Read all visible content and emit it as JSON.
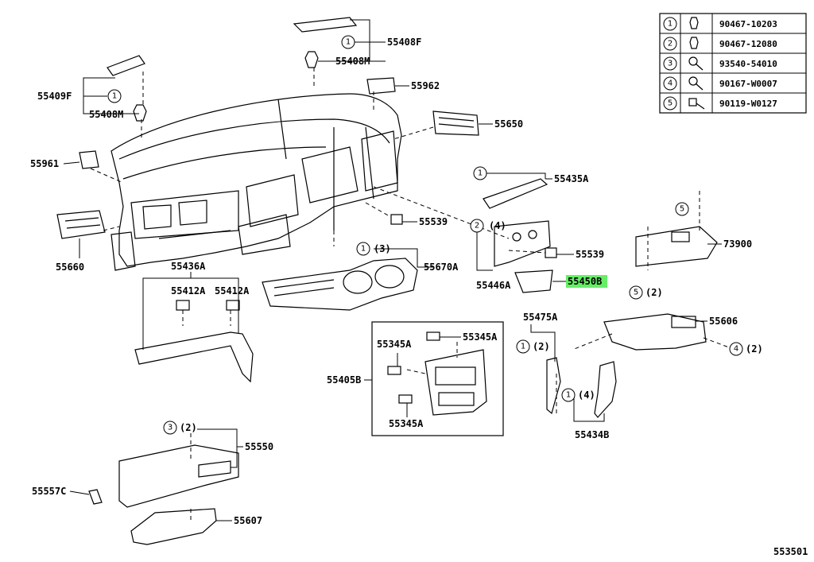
{
  "diagram_id": "553501",
  "highlight_color": "#66ee66",
  "legend": [
    {
      "num": "1",
      "part_number": "90467-10203"
    },
    {
      "num": "2",
      "part_number": "90467-12080"
    },
    {
      "num": "3",
      "part_number": "93540-54010"
    },
    {
      "num": "4",
      "part_number": "90167-W0007"
    },
    {
      "num": "5",
      "part_number": "90119-W0127"
    }
  ],
  "labels": {
    "p55408F": "55408F",
    "p55408M_top": "55408M",
    "p55409F": "55409F",
    "p55408M_left": "55408M",
    "p55962": "55962",
    "p55650": "55650",
    "p55961": "55961",
    "p55435A": "55435A",
    "p55539_a": "55539",
    "p55539_b": "55539",
    "p73900": "73900",
    "p55660": "55660",
    "p55670A": "55670A",
    "p55446A": "55446A",
    "p55450B": "55450B",
    "p55436A": "55436A",
    "p55412A_1": "55412A",
    "p55412A_2": "55412A",
    "p55475A": "55475A",
    "p55606": "55606",
    "p55345A_1": "55345A",
    "p55345A_2": "55345A",
    "p55345A_3": "55345A",
    "p55405B": "55405B",
    "p55434B": "55434B",
    "p55550": "55550",
    "p55557C": "55557C",
    "p55607": "55607"
  },
  "callouts": {
    "c1_top": "1",
    "c1_left": "1",
    "c1_435": "1",
    "c2_446": "2",
    "q2_446": "(4)",
    "c1_670": "1",
    "q1_670": "(3)",
    "c5_739a": "5",
    "c5_739b": "5",
    "q5_739b": "(2)",
    "c1_475": "1",
    "q1_475": "(2)",
    "c4_606": "4",
    "q4_606": "(2)",
    "c1_434": "1",
    "q1_434": "(4)",
    "c3_550": "3",
    "q3_550": "(2)"
  }
}
